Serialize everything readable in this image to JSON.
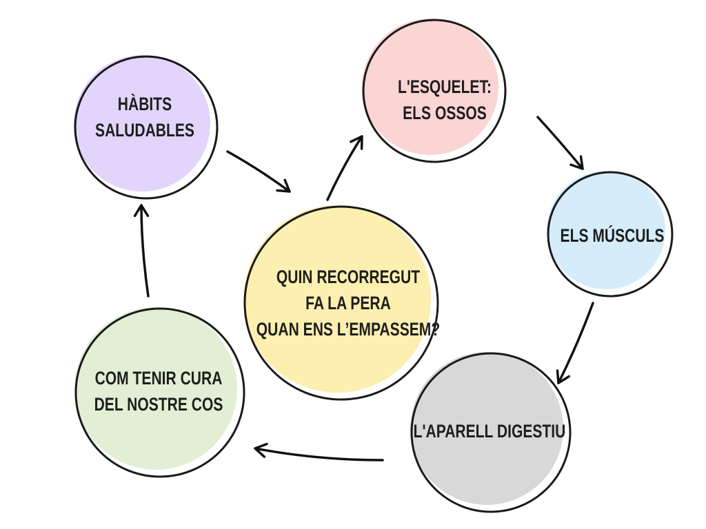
{
  "nodes": [
    {
      "id": "center",
      "lines": [
        "QUIN RECORREGUT",
        "FA LA PERA",
        "QUAN ENS L’EMPASSEM?"
      ],
      "color": "#fcefb0"
    },
    {
      "id": "habits",
      "lines": [
        "HÀBITS",
        "SALUDABLES"
      ],
      "color": "#e2d5fb"
    },
    {
      "id": "esquelet",
      "lines": [
        "L'ESQUELET:",
        "ELS OSSOS"
      ],
      "color": "#fbd4d4"
    },
    {
      "id": "musculs",
      "lines": [
        "ELS MÚSCULS"
      ],
      "color": "#d5ecfa"
    },
    {
      "id": "digestiu",
      "lines": [
        "L'APARELL DIGESTIU"
      ],
      "color": "#d8d8d8"
    },
    {
      "id": "cura",
      "lines": [
        "COM TENIR CURA",
        "DEL NOSTRE COS"
      ],
      "color": "#e3efd5"
    }
  ],
  "edges": [
    {
      "from": "habits",
      "to": "center"
    },
    {
      "from": "center",
      "to": "esquelet"
    },
    {
      "from": "esquelet",
      "to": "musculs"
    },
    {
      "from": "musculs",
      "to": "digestiu"
    },
    {
      "from": "digestiu",
      "to": "cura"
    },
    {
      "from": "cura",
      "to": "habits"
    }
  ]
}
